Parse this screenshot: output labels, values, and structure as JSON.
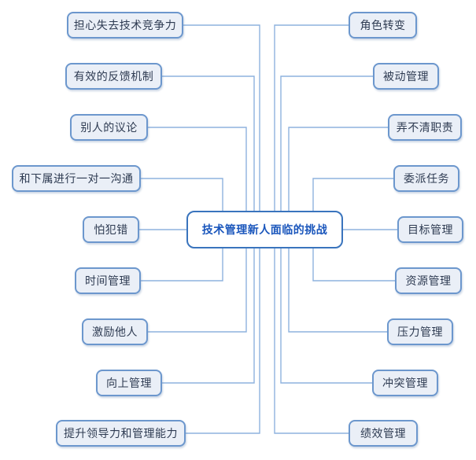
{
  "diagram": {
    "root": {
      "label": "技术管理新人面临的挑战"
    },
    "left_branches": [
      {
        "label": "担心失去技术竞争力"
      },
      {
        "label": "有效的反馈机制"
      },
      {
        "label": "别人的议论"
      },
      {
        "label": "和下属进行一对一沟通"
      },
      {
        "label": "怕犯错"
      },
      {
        "label": "时间管理"
      },
      {
        "label": "激励他人"
      },
      {
        "label": "向上管理"
      },
      {
        "label": "提升领导力和管理能力"
      }
    ],
    "right_branches": [
      {
        "label": "角色转变"
      },
      {
        "label": "被动管理"
      },
      {
        "label": "弄不清职责"
      },
      {
        "label": "委派任务"
      },
      {
        "label": "目标管理"
      },
      {
        "label": "资源管理"
      },
      {
        "label": "压力管理"
      },
      {
        "label": "冲突管理"
      },
      {
        "label": "绩效管理"
      }
    ],
    "colors": {
      "background": "#ffffff",
      "branch_fill": "#eaeff7",
      "branch_border": "#6c97cd",
      "branch_text": "#2e3b52",
      "root_fill": "#ffffff",
      "root_border": "#3a74bd",
      "root_text": "#1a56bc",
      "connector": "#8eb2de"
    }
  }
}
